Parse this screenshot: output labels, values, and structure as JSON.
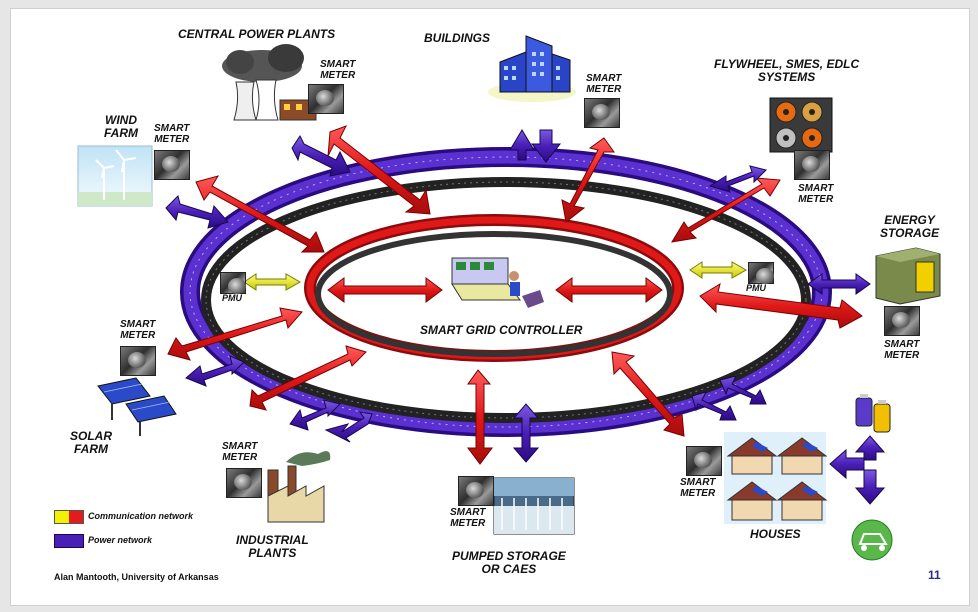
{
  "labels": {
    "central_power_plants": "CENTRAL POWER PLANTS",
    "buildings": "BUILDINGS",
    "flywheel_line1": "FLYWHEEL, SMES, EDLC",
    "flywheel_line2": "SYSTEMS",
    "wind_line1": "WIND",
    "wind_line2": "FARM",
    "energy_line1": "ENERGY",
    "energy_line2": "STORAGE",
    "solar_line1": "SOLAR",
    "solar_line2": "FARM",
    "industrial_line1": "INDUSTRIAL",
    "industrial_line2": "PLANTS",
    "pumped_line1": "PUMPED STORAGE",
    "pumped_line2": "OR CAES",
    "houses": "HOUSES",
    "controller": "SMART GRID CONTROLLER",
    "smart": "SMART",
    "meter": "METER",
    "pmu": "PMU"
  },
  "legend": {
    "communication": "Communication network",
    "power": "Power network"
  },
  "footer": {
    "author": "Alan Mantooth, University of Arkansas",
    "page": "11"
  },
  "colors": {
    "communication_network": "#e21c1c",
    "power_network": "#4a1fb8",
    "pmu_link": "#f2f200",
    "page_number": "#2a2a8a"
  }
}
